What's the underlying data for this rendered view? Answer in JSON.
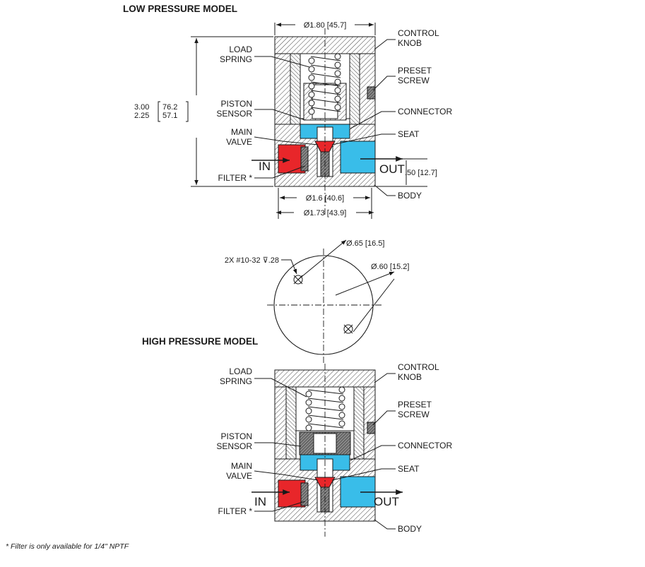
{
  "low_model": {
    "heading": "LOW PRESSURE MODEL",
    "labels": {
      "load_spring_1": "LOAD",
      "load_spring_2": "SPRING",
      "piston_sensor_1": "PISTON",
      "piston_sensor_2": "SENSOR",
      "main_valve_1": "MAIN",
      "main_valve_2": "VALVE",
      "filter": "FILTER *",
      "in": "IN",
      "out": "OUT",
      "control_knob_1": "CONTROL",
      "control_knob_2": "KNOB",
      "preset_screw_1": "PRESET",
      "preset_screw_2": "SCREW",
      "connector": "CONNECTOR",
      "seat": "SEAT",
      "body": "BODY"
    },
    "dims": {
      "top_dia": "Ø1.80 [45.7]",
      "height_1": "3.00",
      "height_1_mm": "76.2",
      "height_2": "2.25",
      "height_2_mm": "57.1",
      "port_offset": ".50 [12.7]",
      "inner_dia": "Ø1.6 [40.6]",
      "base_dia": "Ø1.73 [43.9]"
    }
  },
  "end_view": {
    "holes": "2X #10-32 ⊽.28",
    "dia_1": "Ø.65 [16.5]",
    "dia_2": "Ø.60 [15.2]"
  },
  "high_model": {
    "heading": "HIGH PRESSURE MODEL",
    "labels": {
      "load_spring_1": "LOAD",
      "load_spring_2": "SPRING",
      "piston_sensor_1": "PISTON",
      "piston_sensor_2": "SENSOR",
      "main_valve_1": "MAIN",
      "main_valve_2": "VALVE",
      "filter": "FILTER *",
      "in": "IN",
      "out": "OUT",
      "control_knob_1": "CONTROL",
      "control_knob_2": "KNOB",
      "preset_screw_1": "PRESET",
      "preset_screw_2": "SCREW",
      "connector": "CONNECTOR",
      "seat": "SEAT",
      "body": "BODY"
    }
  },
  "footnote": "* Filter is only available for 1/4\" NPTF",
  "colors": {
    "inlet": "#e8262a",
    "outlet": "#39bde9",
    "hatch": "#444444"
  }
}
